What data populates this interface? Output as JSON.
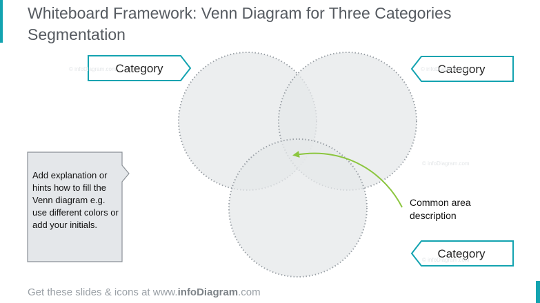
{
  "title": "Whiteboard Framework: Venn Diagram for Three Categories Segmentation",
  "categories": {
    "top_left": "Category",
    "top_right": "Category",
    "bottom_right": "Category"
  },
  "hint_text": "Add explanation or hints how to fill the Venn diagram e.g. use different colors or add your initials.",
  "common_area_text": "Common area description",
  "footer": {
    "prefix": "Get these slides & icons at www.",
    "brand": "infoDiagram",
    "suffix": ".com"
  },
  "watermark": "© infoDiagram.com",
  "colors": {
    "accent": "#13a3b0",
    "circle_fill": "#e6e8ea",
    "circle_stroke": "#9aa0a6",
    "arrow": "#8cc63f",
    "note_fill": "#e4e7ea"
  }
}
